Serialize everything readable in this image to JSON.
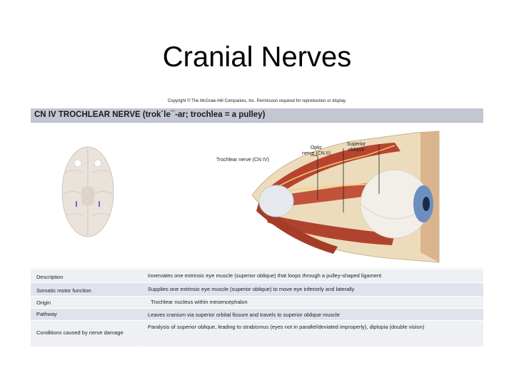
{
  "slide": {
    "title": "Cranial Nerves",
    "copyright": "Copyright © The McGraw-Hill Companies, Inc. Permission required for reproduction or display."
  },
  "panel": {
    "heading": "CN IV TROCHLEAR NERVE (trok´le¯-ar; trochlea = a pulley)",
    "labels": {
      "optic_nerve": [
        "Optic",
        "nerve (CN II)"
      ],
      "superior_oblique": [
        "Superior",
        "oblique"
      ],
      "trochlear_nerve": "Trochlear nerve (CN IV)"
    },
    "rows": [
      {
        "key": "Description",
        "value": "Innervates one extrinsic eye muscle (superior oblique) that loops through a pulley-shaped ligament"
      },
      {
        "key": "Somatic motor function",
        "value": "Supplies one extrinsic eye muscle (superior oblique) to move eye inferiorly and laterally"
      },
      {
        "key": "Origin",
        "value": "Trochlear nucleus within mesencephalon"
      },
      {
        "key": "Pathway",
        "value": "Leaves cranium via superior orbital fissure and travels to superior oblique muscle"
      },
      {
        "key": "Conditions caused by nerve damage",
        "value": "Paralysis of superior oblique, leading to strabismus (eyes not in parallel/deviated improperly), diplopia (double vision)"
      }
    ]
  },
  "colors": {
    "banner": "#c2c7d1",
    "row_alt": "#dfe3ec",
    "muscle": "#b8442f",
    "nerve": "#f2d27a",
    "bone": "#e8d6b0"
  }
}
